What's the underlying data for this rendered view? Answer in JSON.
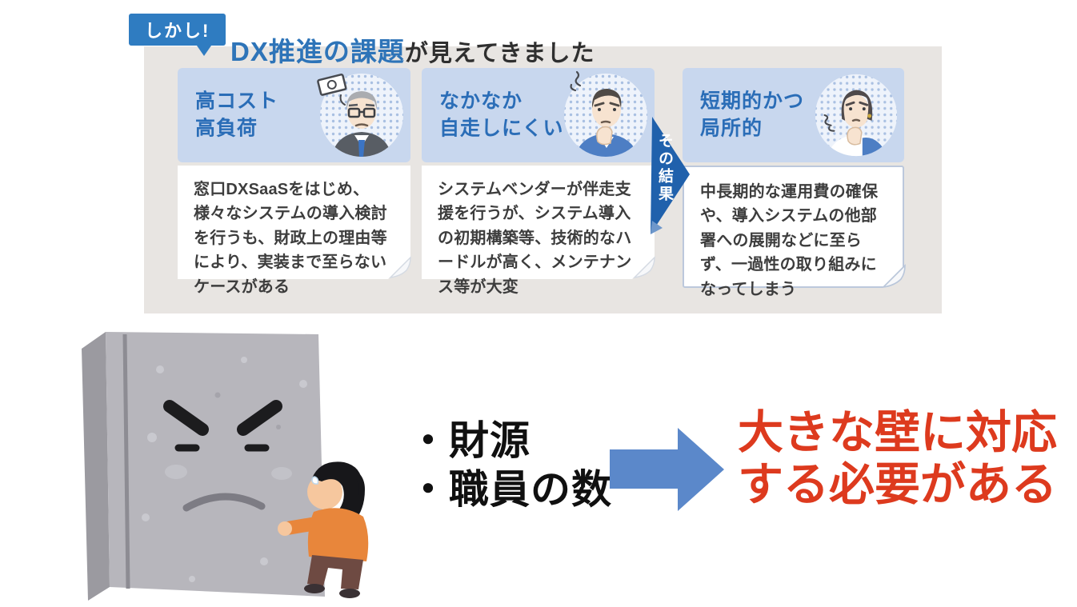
{
  "badge": {
    "label": "しかし!"
  },
  "title": {
    "highlight": "DX推進の課題",
    "rest": "が見えてきました"
  },
  "cards": [
    {
      "heading": "高コスト\n高負荷",
      "body": "窓口DXSaaSをはじめ、様々なシステムの導入検討を行うも、財政上の理由等により、実装まで至らないケースがある",
      "avatar_icon": "elderly-man-banknote-icon"
    },
    {
      "heading": "なかなか\n自走しにくい",
      "body": "システムベンダーが伴走支援を行うが、システム導入の初期構築等、技術的なハードルが高く、メンテナンス等が大変",
      "avatar_icon": "thinking-man-icon"
    },
    {
      "heading": "短期的かつ\n局所的",
      "body": "中長期的な運用費の確保や、導入システムの他部署への展開などに至らず、一過性の取り組みになってしまう",
      "avatar_icon": "worried-woman-icon"
    }
  ],
  "result_arrow": {
    "label": "その結果",
    "icon": "right-chevron-arrow-icon"
  },
  "bottom": {
    "bullets": [
      "・財源",
      "・職員の数"
    ],
    "conclusion_line1": "大きな壁に対応",
    "conclusion_line2": "する必要がある",
    "arrow_icon": "right-block-arrow-icon",
    "wall_icon": "angry-wall-icon",
    "person_icon": "pushing-person-icon"
  },
  "colors": {
    "panel_gray": "#e8e5e2",
    "badge_blue": "#2f7cc1",
    "title_blue": "#2e74b8",
    "header_bg_blue": "#c8d7ee",
    "heading_blue": "#2a6db7",
    "result_arrow_blue": "#2061ac",
    "big_arrow_blue": "#5b88ca",
    "conclusion_red": "#dd3a1e"
  }
}
